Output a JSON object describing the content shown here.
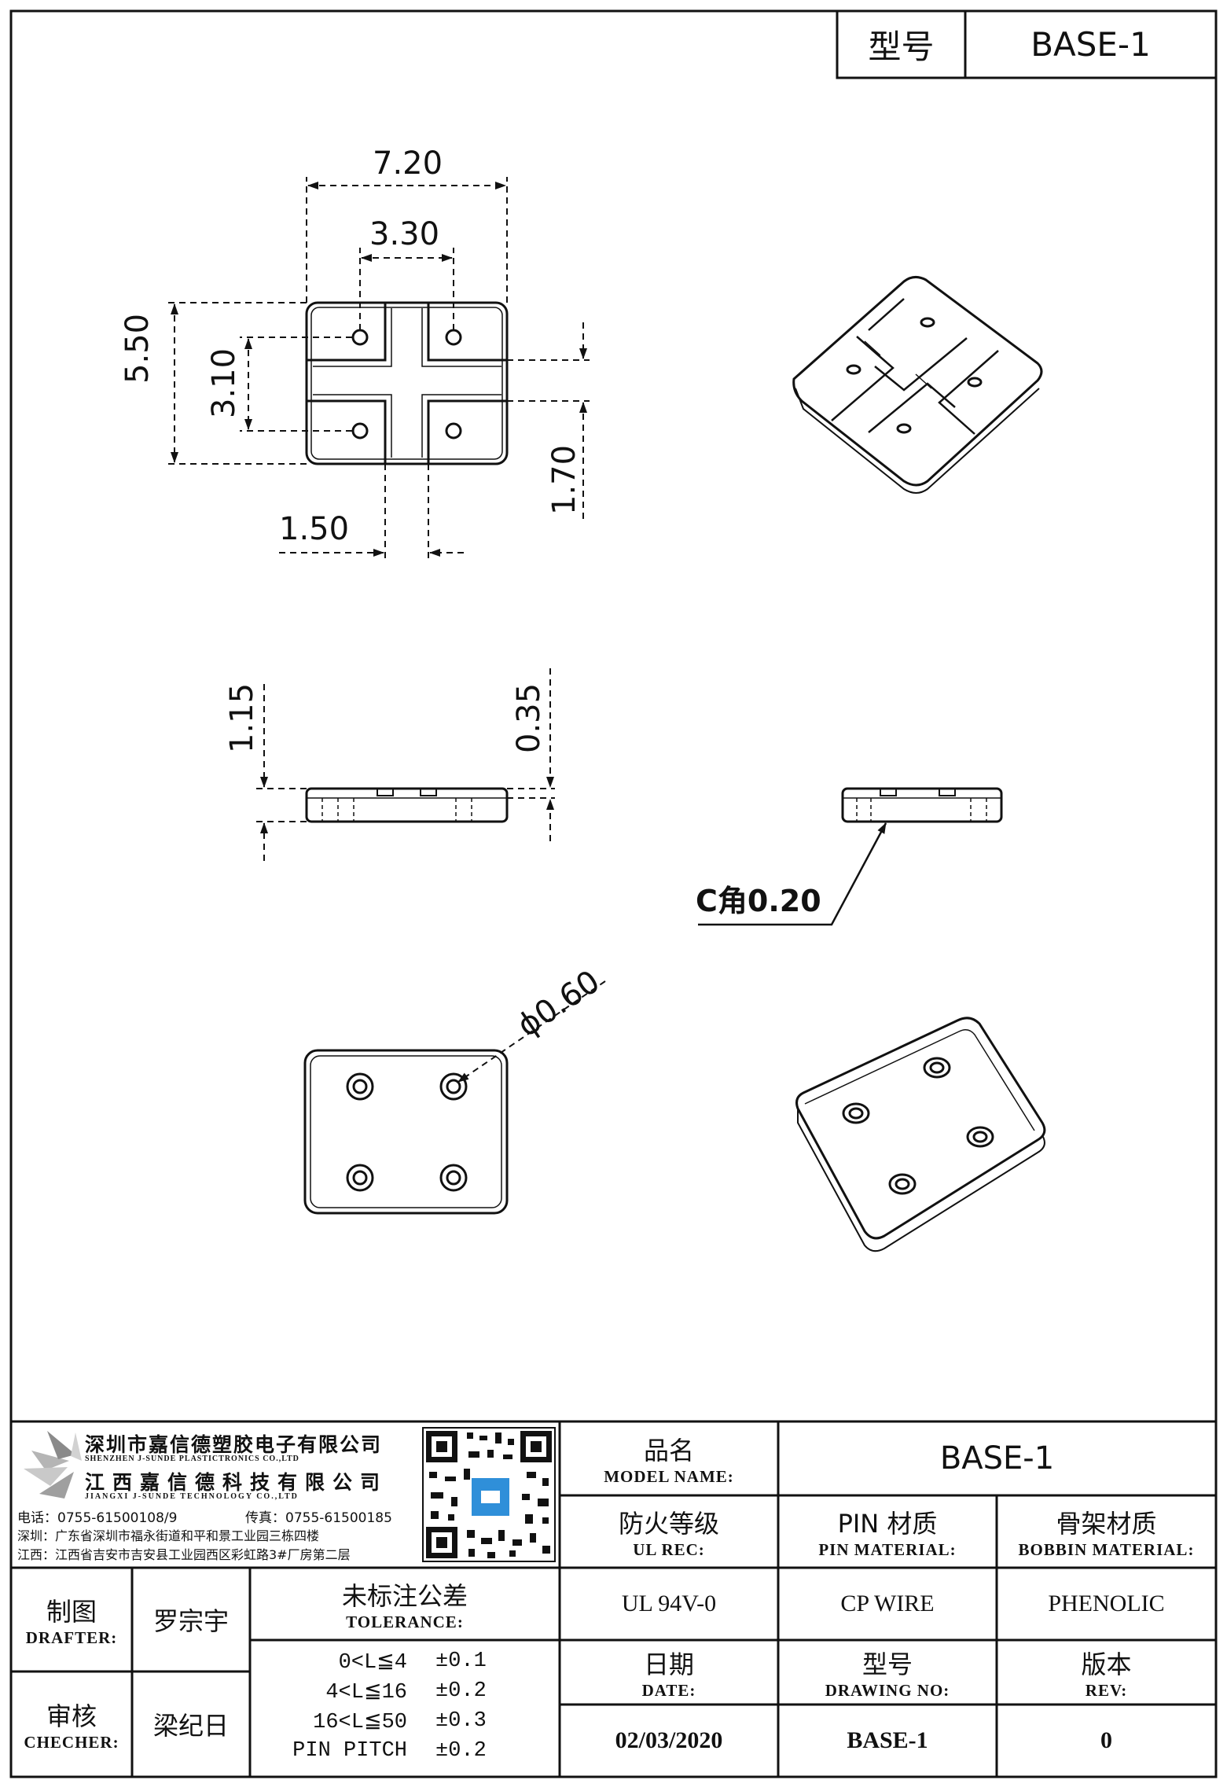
{
  "title_block_top": {
    "label": "型号",
    "value": "BASE-1"
  },
  "dimensions": {
    "width_overall": "7.20",
    "hole_spacing_x": "3.30",
    "height_overall": "5.50",
    "hole_spacing_y": "3.10",
    "slot_width_right": "1.70",
    "slot_width_bottom": "1.50",
    "thickness": "1.15",
    "step_height": "0.35",
    "chamfer": "C角0.20",
    "hole_diameter": "ϕ0.60"
  },
  "company": {
    "name_cn_1": "深圳市嘉信德塑胶电子有限公司",
    "name_en_1": "SHENZHEN J-SUNDE PLASTICTRONICS CO.,LTD",
    "name_cn_2": "江西嘉信德科技有限公司",
    "name_en_2": "JIANGXI J-SUNDE TECHNOLOGY CO.,LTD",
    "phone": "电话：0755-61500108/9",
    "fax": "传真：0755-61500185",
    "addr_sz": "深圳：广东省深圳市福永街道和平和景工业园三栋四楼",
    "addr_jx": "江西：江西省吉安市吉安县工业园西区彩虹路3#厂房第二层"
  },
  "info": {
    "model_name_cn": "品名",
    "model_name_en": "MODEL NAME:",
    "model_name_value": "BASE-1",
    "ul_cn": "防火等级",
    "ul_en": "UL REC:",
    "ul_value": "UL 94V-0",
    "pin_cn": "PIN 材质",
    "pin_en": "PIN MATERIAL:",
    "pin_value": "CP WIRE",
    "bobbin_cn": "骨架材质",
    "bobbin_en": "BOBBIN MATERIAL:",
    "bobbin_value": "PHENOLIC",
    "date_cn": "日期",
    "date_en": "DATE:",
    "date_value": "02/03/2020",
    "drawing_cn": "型号",
    "drawing_en": "DRAWING NO:",
    "drawing_value": "BASE-1",
    "rev_cn": "版本",
    "rev_en": "REV:",
    "rev_value": "0"
  },
  "people": {
    "drafter_cn": "制图",
    "drafter_en": "DRAFTER:",
    "drafter_name": "罗宗宇",
    "checker_cn": "审核",
    "checker_en": "CHECHER:",
    "checker_name": "梁纪日"
  },
  "tolerance": {
    "title_cn": "未标注公差",
    "title_en": "TOLERANCE:",
    "rows": [
      {
        "range": "0<L≦4",
        "value": "±0.1"
      },
      {
        "range": "4<L≦16",
        "value": "±0.2"
      },
      {
        "range": "16<L≦50",
        "value": "±0.3"
      },
      {
        "range": "PIN PITCH",
        "value": "±0.2"
      }
    ]
  }
}
